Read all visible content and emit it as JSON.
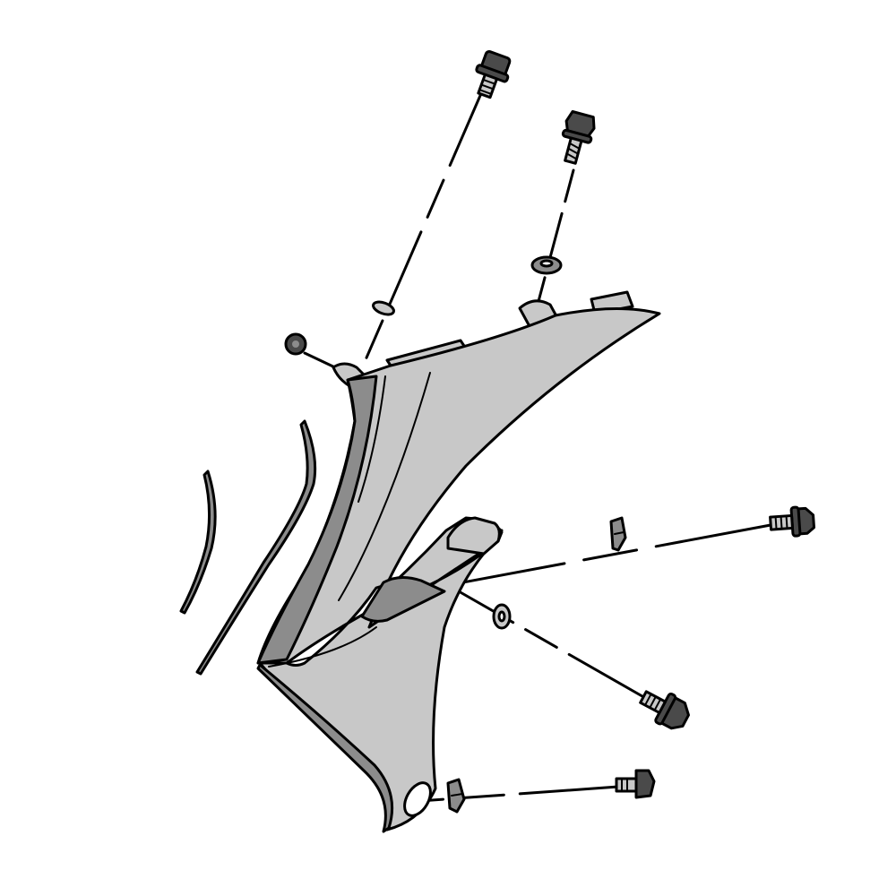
{
  "figure": {
    "kind": "exploded-parts-diagram",
    "background": "#ffffff",
    "colors": {
      "panel_fill": "#c8c8c8",
      "panel_shade": "#8c8c8c",
      "ink": "#000000",
      "hardware_fill": "#4a4a4a"
    },
    "parts": [
      "side-cover-panel",
      "trim-strip",
      "bolt",
      "washer",
      "grommet",
      "clip-nut",
      "cap-nut"
    ]
  }
}
